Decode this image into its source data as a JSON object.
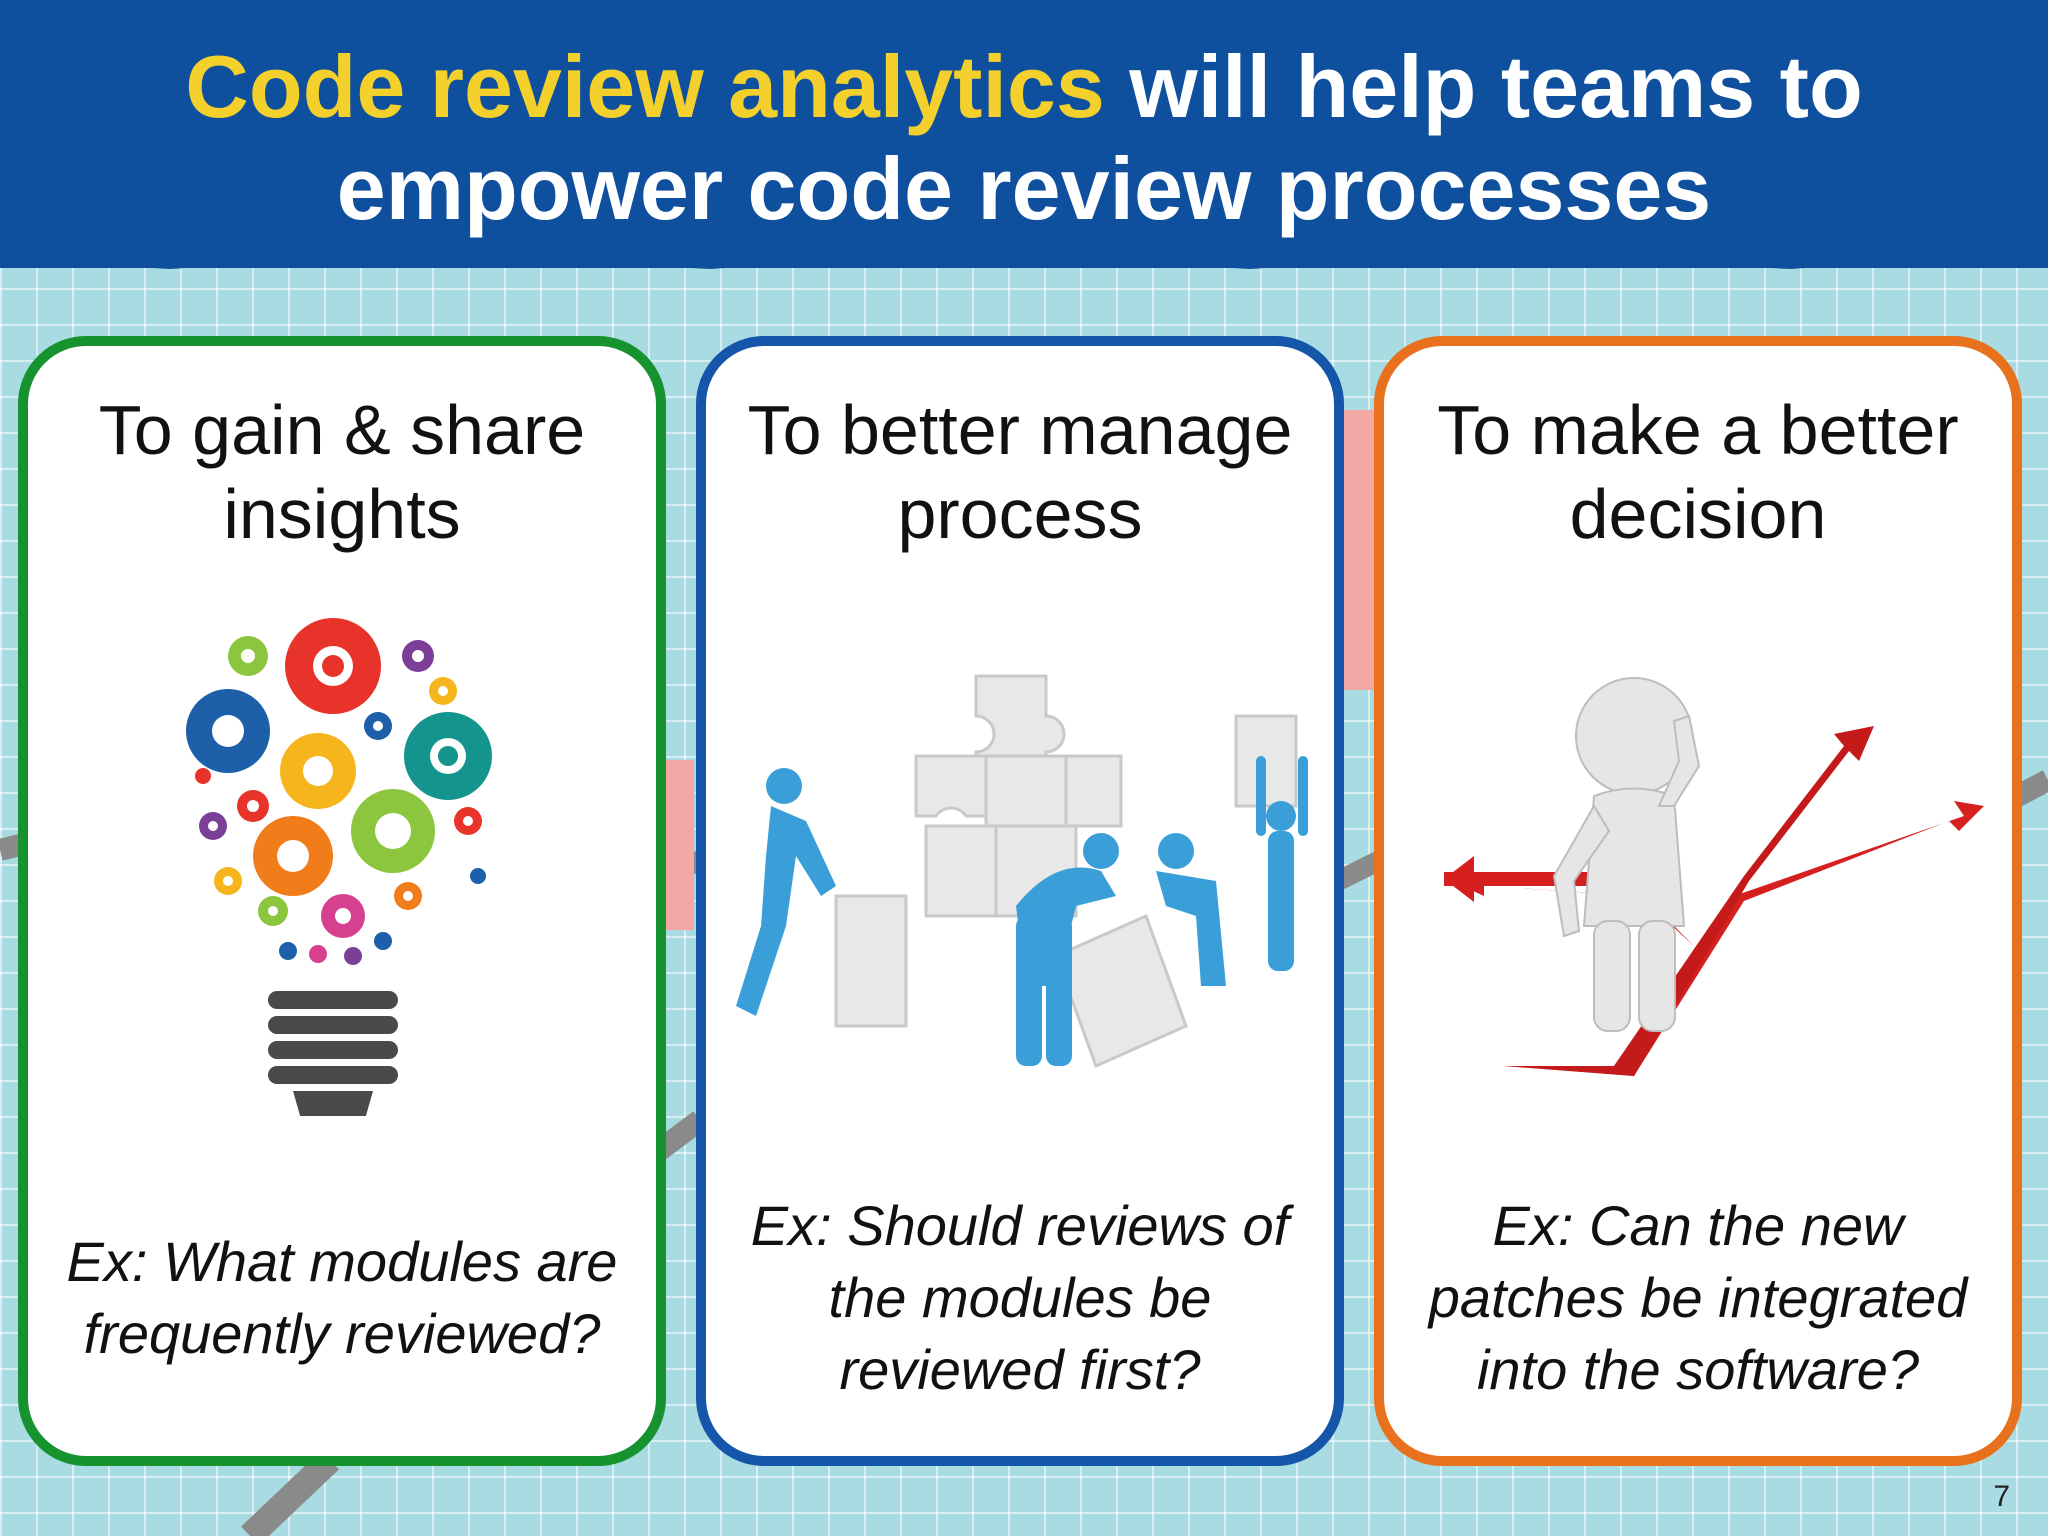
{
  "slide": {
    "title_highlight": "Code review analytics",
    "title_rest_line1": " will help teams to",
    "title_line2": "empower code review processes",
    "page_number": "7"
  },
  "cards": [
    {
      "heading": "To gain & share insights",
      "example": "Ex: What modules are frequently reviewed?",
      "illustration": "gear-lightbulb-icon",
      "border_color": "#16922e"
    },
    {
      "heading": "To better manage process",
      "example": "Ex: Should reviews of the modules be reviewed first?",
      "illustration": "puzzle-team-icon",
      "border_color": "#1556aa"
    },
    {
      "heading": "To make a better decision",
      "example": "Ex: Can the new patches be integrated into the software?",
      "illustration": "crossroads-decision-icon",
      "border_color": "#e7711d"
    }
  ],
  "colors": {
    "header_bg": "#0e4f9e",
    "title_highlight": "#f3d02b",
    "title_text": "#ffffff",
    "grid_bg": "#a8dce2"
  }
}
